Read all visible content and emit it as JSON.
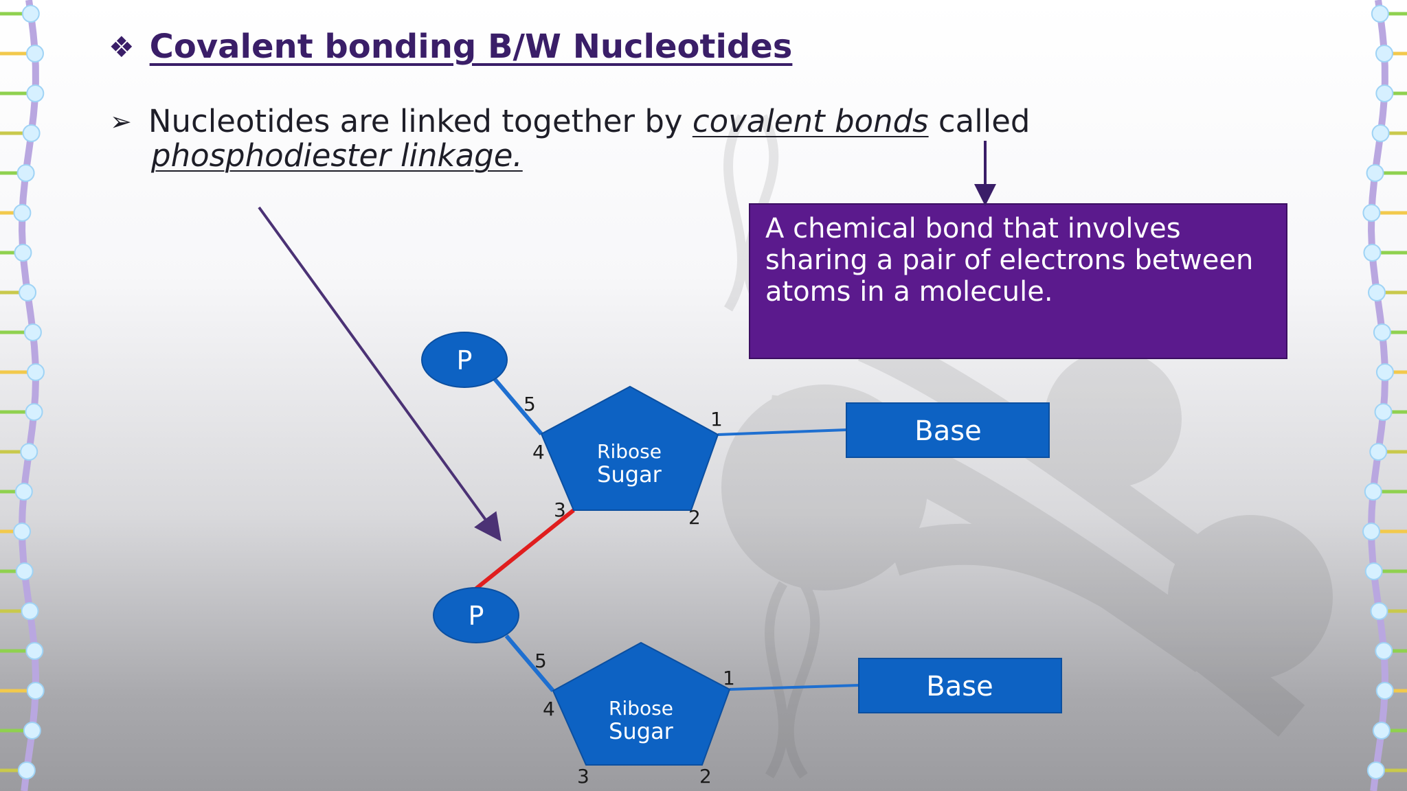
{
  "title": "Covalent bonding B/W Nucleotides",
  "bullet": {
    "lead": "Nucleotides are linked together by ",
    "term1": "covalent bonds",
    "mid": " called",
    "term2": "phosphodiester linkage."
  },
  "definition": "A chemical bond that involves sharing a pair of electrons between atoms in a molecule.",
  "nucleotides": [
    {
      "phosphate": "P",
      "sugar_line1": "Ribose",
      "sugar_line2": "Sugar",
      "base": "Base",
      "carbon_labels": {
        "c1": "1",
        "c2": "2",
        "c3": "3",
        "c4": "4",
        "c5": "5"
      }
    },
    {
      "phosphate": "P",
      "sugar_line1": "Ribose",
      "sugar_line2": "Sugar",
      "base": "Base",
      "carbon_labels": {
        "c1": "1",
        "c2": "2",
        "c3": "3",
        "c4": "4",
        "c5": "5"
      }
    }
  ],
  "colors": {
    "title": "#3a1e68",
    "molecule_blue": "#0d62c3",
    "bond_blue": "#1e6fd0",
    "phosphodiester_bond": "#e01e1e",
    "definition_box": "#5b1a8d",
    "pointer_arrow": "#4b3275"
  },
  "icons": {
    "title_bullet": "four-diamond-bullet-icon",
    "list_bullet": "arrowhead-bullet-icon"
  }
}
